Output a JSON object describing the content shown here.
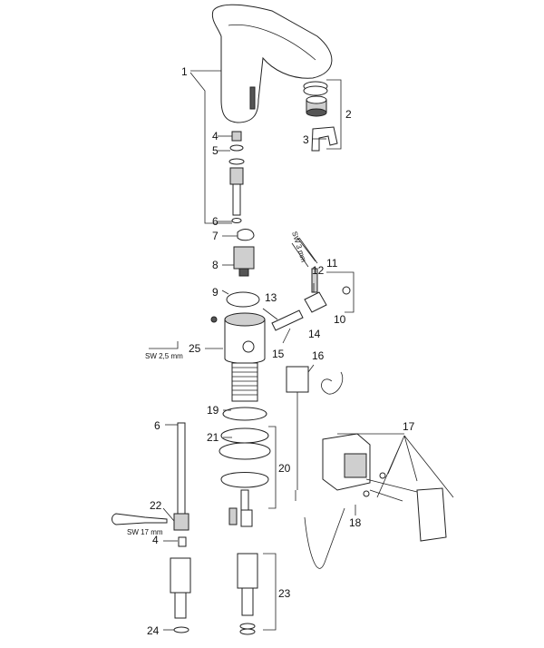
{
  "diagram": {
    "labels": {
      "p1": "1",
      "p2": "2",
      "p3": "3",
      "p4a": "4",
      "p5": "5",
      "p6a": "6",
      "p7": "7",
      "p8": "8",
      "p9": "9",
      "p10": "10",
      "p11": "11",
      "p12": "12",
      "p13": "13",
      "p14": "14",
      "p15": "15",
      "p16": "16",
      "p17": "17",
      "p18": "18",
      "p19": "19",
      "p20": "20",
      "p21": "21",
      "p22": "22",
      "p23": "23",
      "p24": "24",
      "p25": "25",
      "p6b": "6",
      "p4b": "4"
    },
    "tool_notes": {
      "sw3": "SW 3 mm",
      "sw25": "SW 2,5 mm",
      "sw17": "SW 17 mm"
    }
  },
  "colors": {
    "line": "#222222",
    "shade": "#555555",
    "light": "#cfcfcf"
  }
}
